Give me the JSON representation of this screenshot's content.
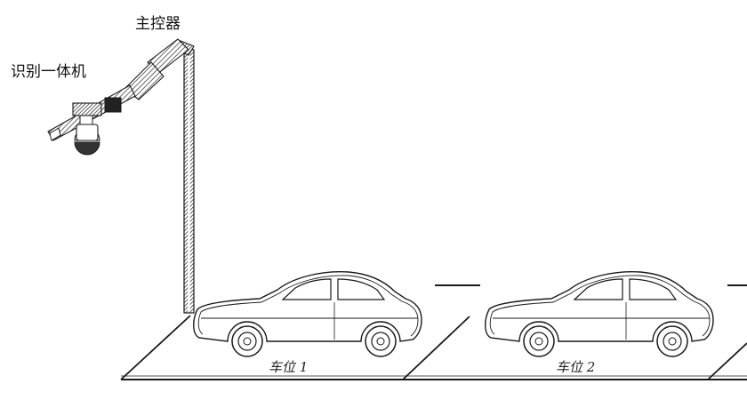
{
  "labels": {
    "main_controller": "主控器",
    "recognition_unit": "识别一体机"
  },
  "parking_slots": [
    {
      "label": "车位 1"
    },
    {
      "label": "车位 2"
    }
  ],
  "colors": {
    "line": "#1a1a1a",
    "hatch": "#555555",
    "background": "#ffffff"
  }
}
